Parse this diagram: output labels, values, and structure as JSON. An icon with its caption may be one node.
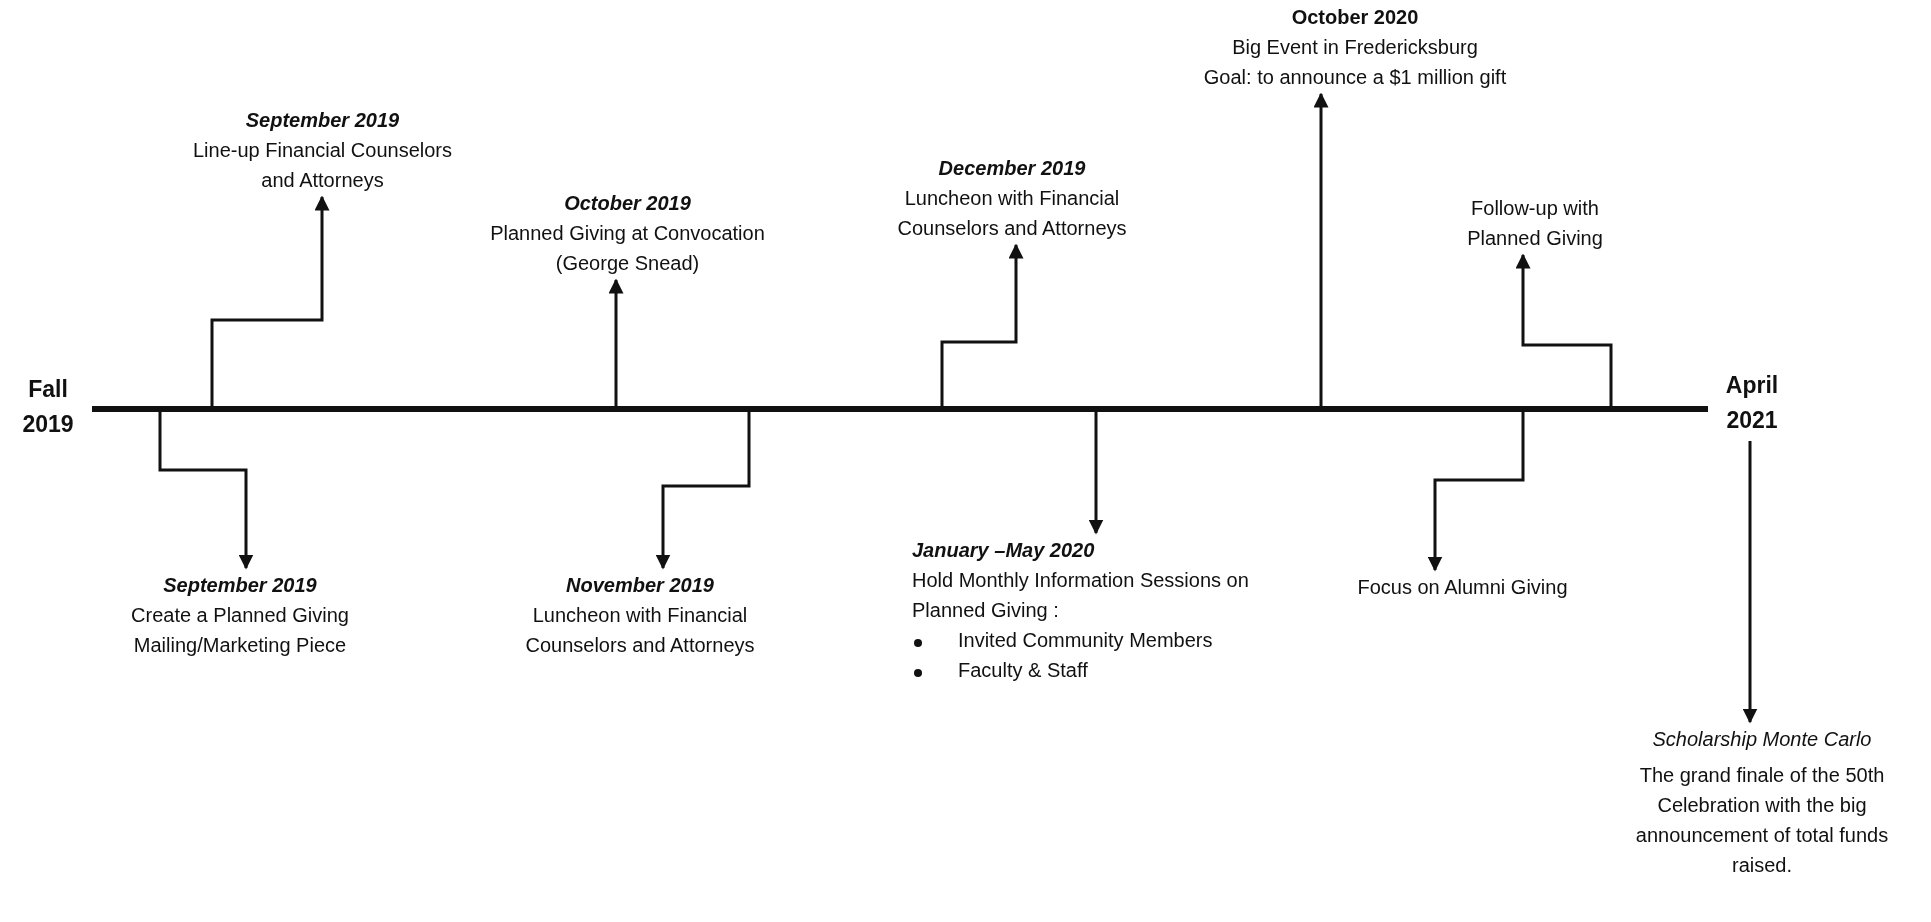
{
  "diagram": {
    "nodes": [
      {
        "text": [
          "Fall 2019"
        ]
      },
      {
        "text": [
          "April 2021"
        ]
      },
      {
        "text": [
          "September 2019",
          "Line-up Financial Counselors and Attorneys"
        ]
      },
      {
        "text": [
          "September 2019",
          "Create a Planned Giving Mailing/Marketing Piece"
        ]
      },
      {
        "text": [
          "October 2019",
          "Planned Giving at Convocation (George Snead)"
        ]
      },
      {
        "text": [
          "November 2019",
          "Luncheon with Financial Counselors and Attorneys"
        ]
      },
      {
        "text": [
          "December 2019",
          "Luncheon with Financial Counselors and Attorneys"
        ]
      },
      {
        "text": [
          "January –May 2020",
          "Hold Monthly Information Sessions on Planned Giving :",
          "Invited Community Members",
          "Faculty & Staff"
        ]
      },
      {
        "text": [
          "October 2020",
          "Big Event in Fredericksburg",
          "Goal: to announce a $1 million gift"
        ]
      },
      {
        "text": [
          "Follow-up with Planned Giving"
        ]
      },
      {
        "text": [
          "Focus on Alumni Giving"
        ]
      },
      {
        "text": [
          "Scholarship Monte Carlo",
          "The grand finale of the 50th Celebration with the big announcement of total funds raised."
        ]
      }
    ],
    "edges": [
      {
        "from": null,
        "to": 2,
        "arrow": "to"
      },
      {
        "from": null,
        "to": 3,
        "arrow": "to"
      },
      {
        "from": null,
        "to": 4,
        "arrow": "to"
      },
      {
        "from": null,
        "to": 5,
        "arrow": "to"
      },
      {
        "from": null,
        "to": 6,
        "arrow": "to"
      },
      {
        "from": null,
        "to": 7,
        "arrow": "to"
      },
      {
        "from": null,
        "to": 8,
        "arrow": "to"
      },
      {
        "from": null,
        "to": 9,
        "arrow": "to"
      },
      {
        "from": null,
        "to": 10,
        "arrow": "to"
      },
      {
        "from": 1,
        "to": 11,
        "arrow": "to"
      },
      {
        "from": 0,
        "to": 1,
        "arrow": "none",
        "style": "thick"
      }
    ]
  }
}
